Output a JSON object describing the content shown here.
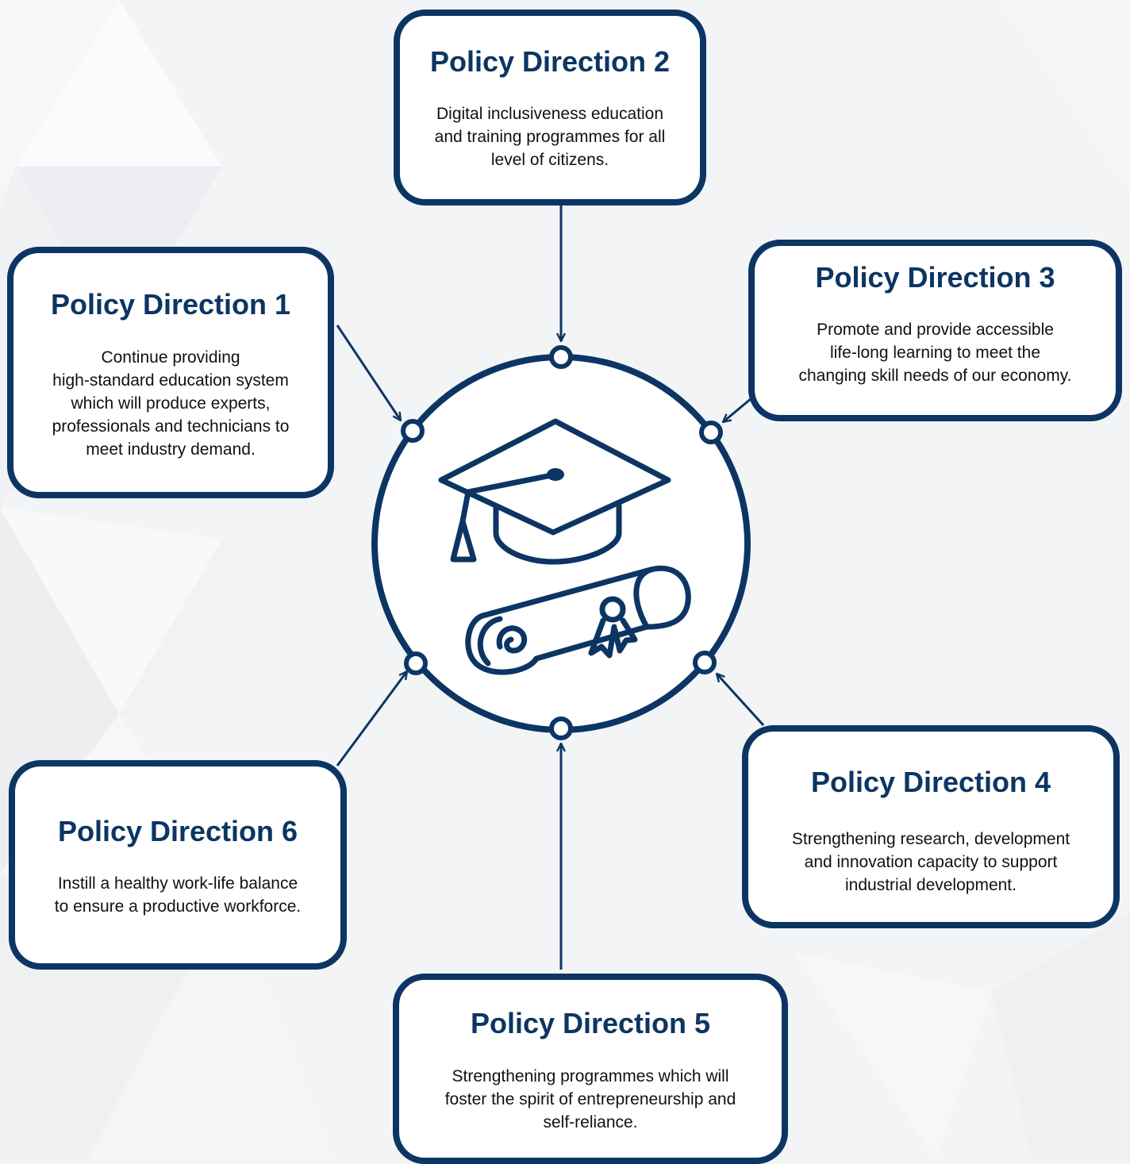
{
  "colors": {
    "navy": "#0c3563",
    "background": "#f3f4f6",
    "card_fill": "#ffffff",
    "body_text": "#111111"
  },
  "center": {
    "icons": [
      "graduation-cap-icon",
      "diploma-scroll-icon"
    ]
  },
  "policy_directions": [
    {
      "title": "Policy Direction 1",
      "description": "Continue providing\nhigh-standard education system\nwhich will produce experts,\nprofessionals and technicians to\nmeet industry demand."
    },
    {
      "title": "Policy Direction 2",
      "description": "Digital inclusiveness education\nand training programmes for all\nlevel of citizens."
    },
    {
      "title": "Policy Direction 3",
      "description": "Promote and provide accessible\nlife-long learning to meet the\nchanging skill needs of our economy."
    },
    {
      "title": "Policy Direction 4",
      "description": "Strengthening research, development\nand innovation capacity to support\nindustrial development."
    },
    {
      "title": "Policy Direction 5",
      "description": "Strengthening programmes which will\nfoster the spirit of entrepreneurship and\nself-reliance."
    },
    {
      "title": "Policy Direction 6",
      "description": "Instill a healthy work-life balance\nto ensure a productive workforce."
    }
  ]
}
